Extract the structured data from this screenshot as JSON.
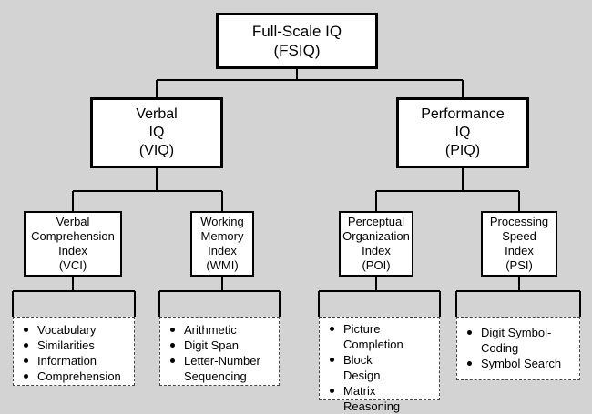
{
  "fsiq": {
    "lines": [
      "Full-Scale IQ",
      "(FSIQ)"
    ]
  },
  "viq": {
    "lines": [
      "Verbal",
      "IQ",
      "(VIQ)"
    ]
  },
  "piq": {
    "lines": [
      "Performance",
      "IQ",
      "(PIQ)"
    ]
  },
  "vci": {
    "lines": [
      "Verbal",
      "Comprehension",
      "Index",
      "(VCI)"
    ],
    "tests": [
      "Vocabulary",
      "Similarities",
      "Information",
      "Comprehension"
    ]
  },
  "wmi": {
    "lines": [
      "Working",
      "Memory",
      "Index",
      "(WMI)"
    ],
    "tests": [
      "Arithmetic",
      "Digit Span",
      "Letter-Number Sequencing"
    ]
  },
  "poi": {
    "lines": [
      "Perceptual",
      "Organization",
      "Index",
      "(POI)"
    ],
    "tests": [
      "Picture Completion",
      "Block Design",
      "Matrix Reasoning"
    ]
  },
  "psi": {
    "lines": [
      "Processing",
      "Speed",
      "Index",
      "(PSI)"
    ],
    "tests": [
      "Digit Symbol-Coding",
      "Symbol Search"
    ]
  }
}
